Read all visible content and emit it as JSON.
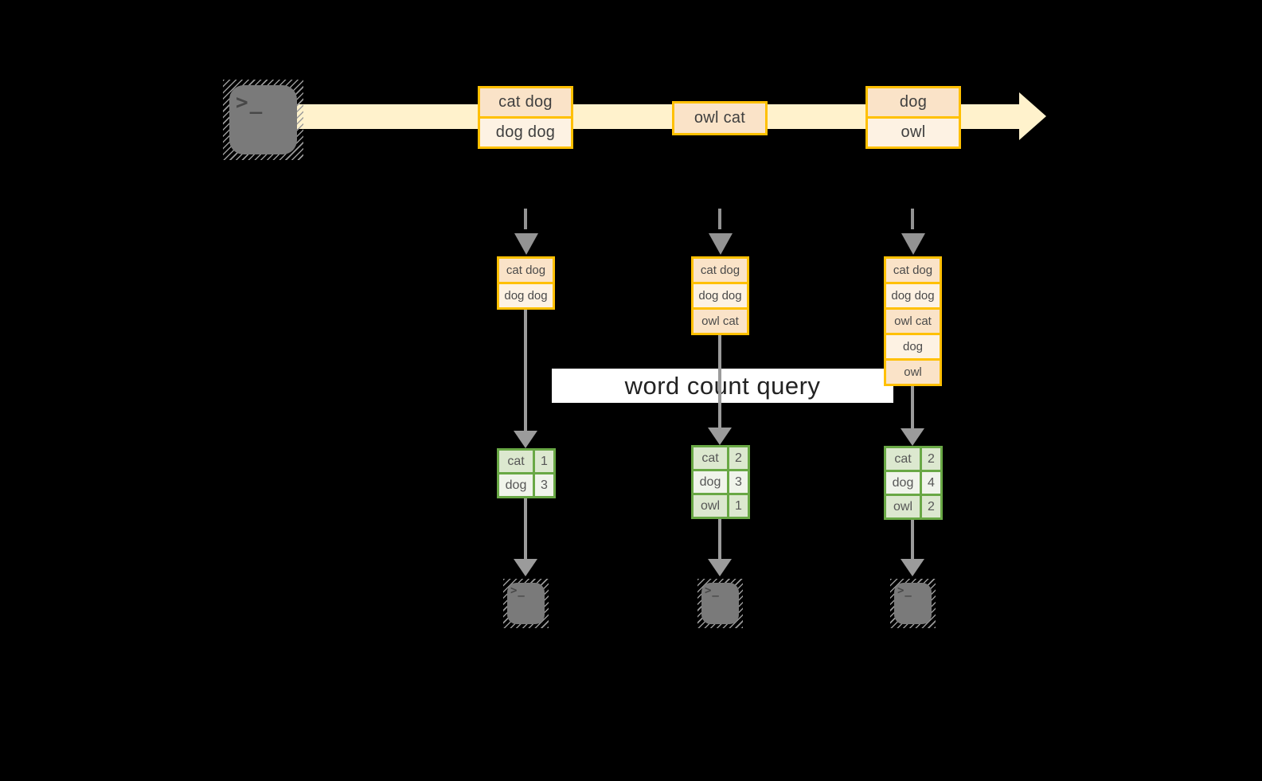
{
  "banner": {
    "label": "word count query"
  },
  "source_terminal": {
    "glyph": ">_"
  },
  "stream": {
    "groups": [
      {
        "items": [
          "cat dog",
          "dog dog"
        ]
      },
      {
        "items": [
          "owl cat"
        ]
      },
      {
        "items": [
          "dog",
          "owl"
        ]
      }
    ]
  },
  "columns": [
    {
      "batch": [
        "cat dog",
        "dog dog"
      ],
      "counts": [
        {
          "word": "cat",
          "count": "1"
        },
        {
          "word": "dog",
          "count": "3"
        }
      ],
      "terminal_glyph": ">_"
    },
    {
      "batch": [
        "cat dog",
        "dog dog",
        "owl cat"
      ],
      "counts": [
        {
          "word": "cat",
          "count": "2"
        },
        {
          "word": "dog",
          "count": "3"
        },
        {
          "word": "owl",
          "count": "1"
        }
      ],
      "terminal_glyph": ">_"
    },
    {
      "batch": [
        "cat dog",
        "dog dog",
        "owl cat",
        "dog",
        "owl"
      ],
      "counts": [
        {
          "word": "cat",
          "count": "2"
        },
        {
          "word": "dog",
          "count": "4"
        },
        {
          "word": "owl",
          "count": "2"
        }
      ],
      "terminal_glyph": ">_"
    }
  ],
  "colors": {
    "background": "#000000",
    "stream_band": "#FFF2CC",
    "event_border": "#FFC000",
    "event_fill_peach": "#FAE3C8",
    "event_fill_cream": "#FDF2E3",
    "table_border": "#69A845",
    "table_fill_dark": "#DCE8CF",
    "table_fill_light": "#F0F4EB",
    "arrow_gray": "#9B9B9B",
    "terminal_gray": "#7A7A7A",
    "banner_bg": "#FFFFFF"
  }
}
